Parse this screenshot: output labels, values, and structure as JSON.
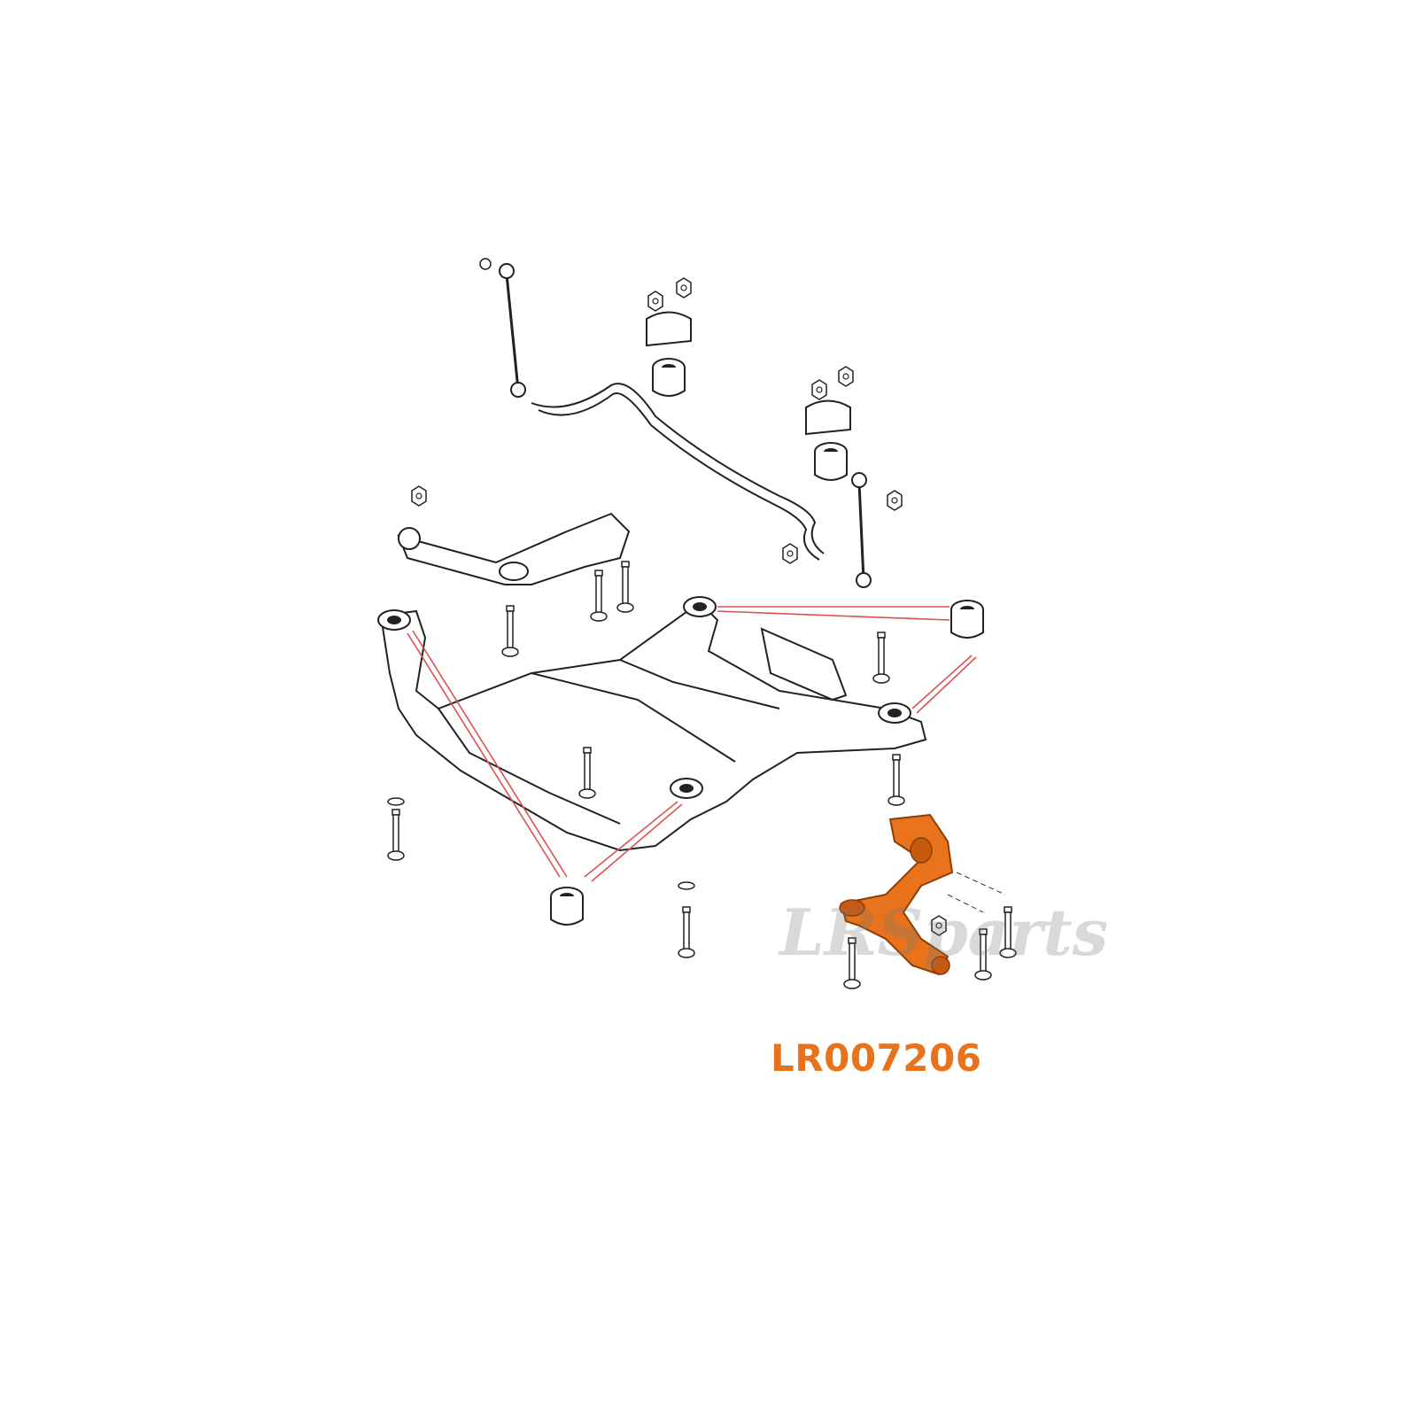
{
  "part_number": "LR007206",
  "watermark": "LRSparts",
  "colors": {
    "highlight": "#e8731c",
    "callout_line": "#d9534f",
    "outline": "#222222"
  },
  "icons": [
    "subframe",
    "stabilizer-bar",
    "control-arm",
    "bushing",
    "bolt",
    "nut",
    "drop-link"
  ]
}
